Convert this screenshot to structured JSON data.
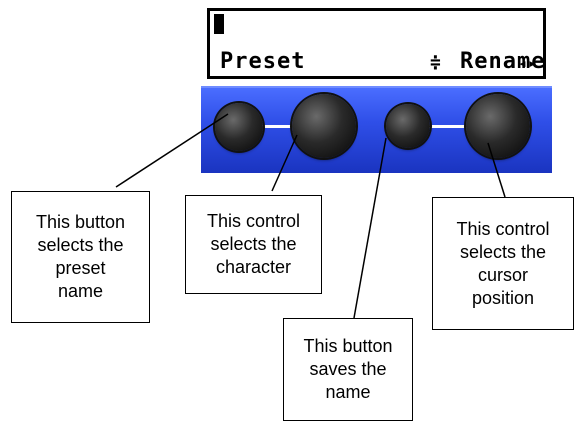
{
  "lcd": {
    "preset_label": "Preset",
    "updown_symbol": "≑",
    "rename_label": "Rename",
    "leftright_symbol": "◂▸"
  },
  "callouts": {
    "preset_button": "This button\nselects the\npreset\nname",
    "character_control": "This control\nselects the\ncharacter",
    "save_button": "This button\nsaves the\nname",
    "cursor_control": "This control\nselects the\ncursor\nposition"
  }
}
